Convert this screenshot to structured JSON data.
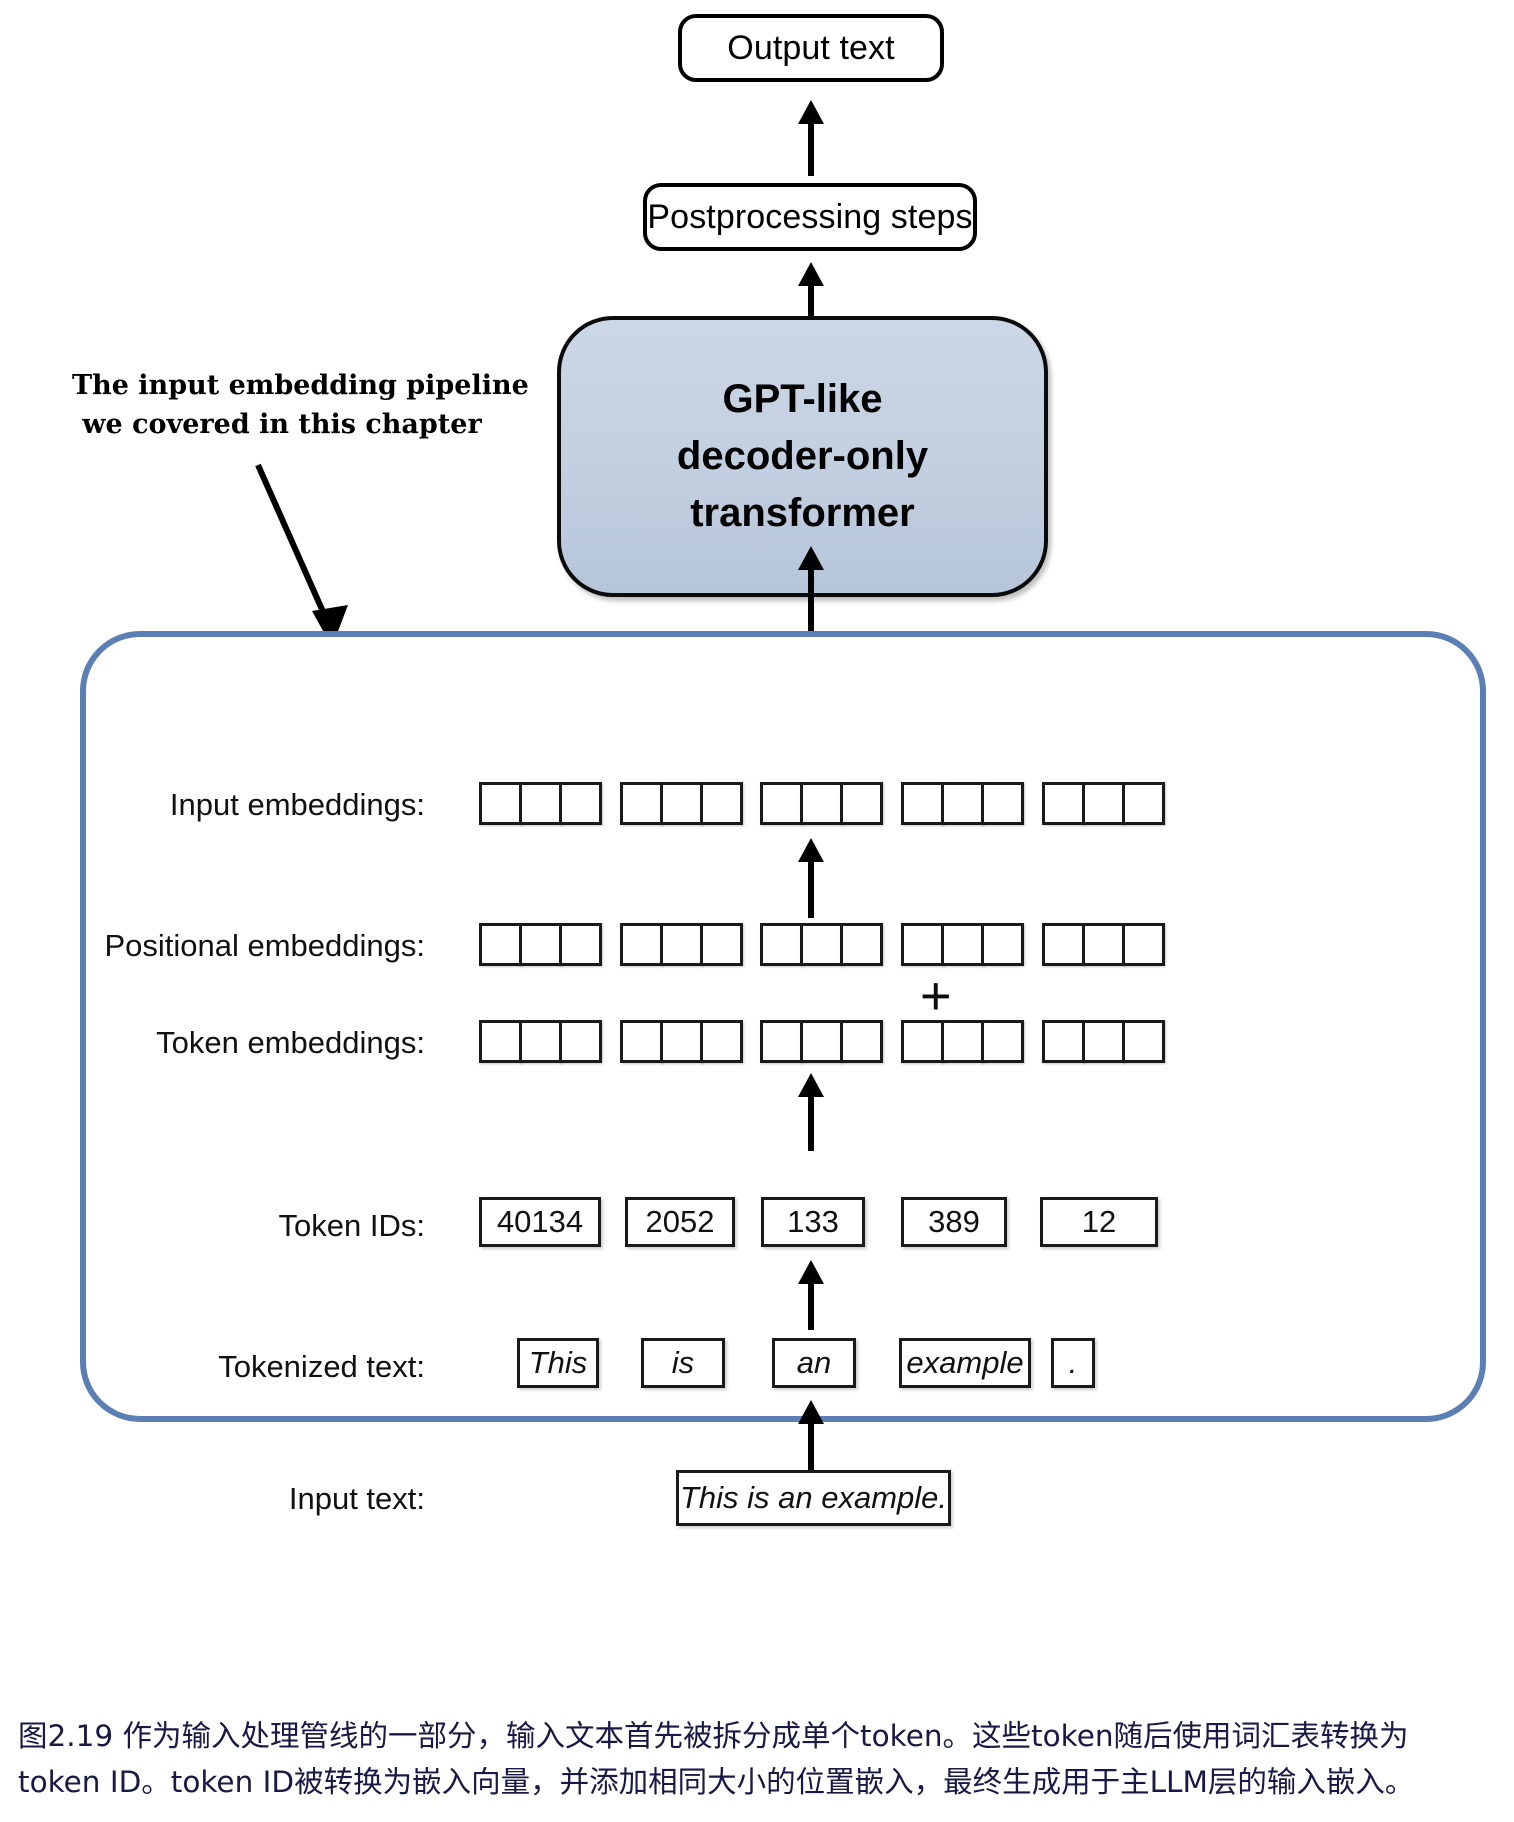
{
  "figure": {
    "top_boxes": {
      "output_text": "Output text",
      "postprocessing": "Postprocessing steps"
    },
    "model_block": {
      "line1": "GPT-like",
      "line2": "decoder-only",
      "line3": "transformer",
      "fill_color": "#c2cfe0",
      "border_color": "#0b0b0b"
    },
    "annotation": {
      "line1": "The input embedding pipeline",
      "line2": "we covered in this chapter"
    },
    "container": {
      "border_color": "#5b7eb5"
    },
    "rows": {
      "input_embeddings": {
        "label": "Input embeddings:",
        "cells_per_group": 3,
        "groups": 5
      },
      "positional_embeddings": {
        "label": "Positional embeddings:",
        "cells_per_group": 3,
        "groups": 5
      },
      "token_embeddings": {
        "label": "Token embeddings:",
        "cells_per_group": 3,
        "groups": 5
      },
      "token_ids": {
        "label": "Token IDs:",
        "values": [
          "40134",
          "2052",
          "133",
          "389",
          "12"
        ]
      },
      "tokenized_text": {
        "label": "Tokenized text:",
        "values": [
          "This",
          "is",
          "an",
          "example",
          "."
        ]
      },
      "input_text": {
        "label": "Input text:",
        "value": "This is an example."
      }
    },
    "operators": {
      "plus": "+"
    },
    "caption": {
      "line1": "图2.19 作为输入处理管线的一部分，输入文本首先被拆分成单个token。这些token随后使用词汇表转换为",
      "line2": "token ID。token ID被转换为嵌入向量，并添加相同大小的位置嵌入，最终生成用于主LLM层的输入嵌入。",
      "color": "#191945"
    }
  }
}
